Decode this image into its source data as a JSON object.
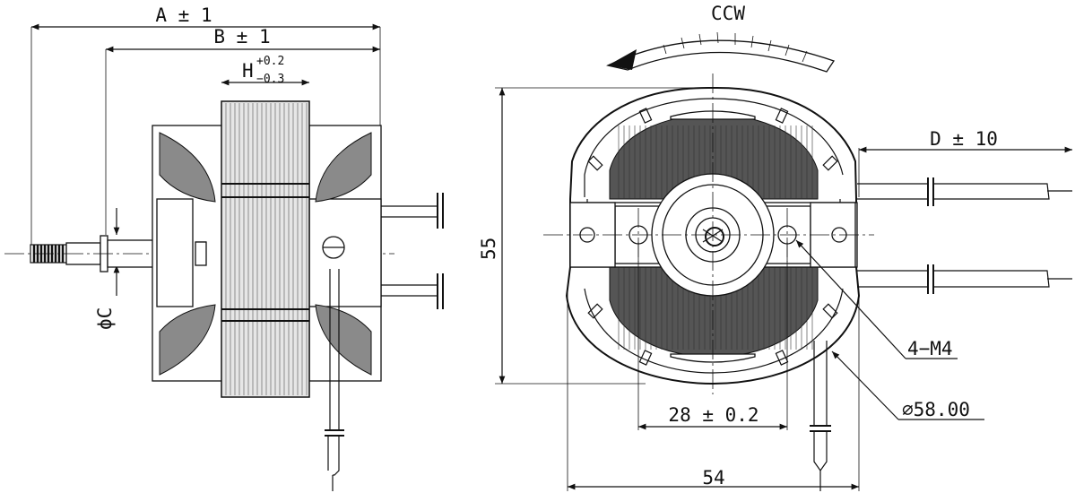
{
  "side_view": {
    "dim_a": "A ± 1",
    "dim_b": "B ± 1",
    "dim_h": "H",
    "dim_h_upper": "+0.2",
    "dim_h_lower": "−0.3",
    "dim_c": "ϕC"
  },
  "front_view": {
    "rotation": "CCW",
    "dim_d": "D ± 10",
    "dim_height": "55",
    "dim_holes": "4−M4",
    "dim_diameter": "⌀58.00",
    "dim_spacing": "28 ± 0.2",
    "dim_width": "54"
  }
}
